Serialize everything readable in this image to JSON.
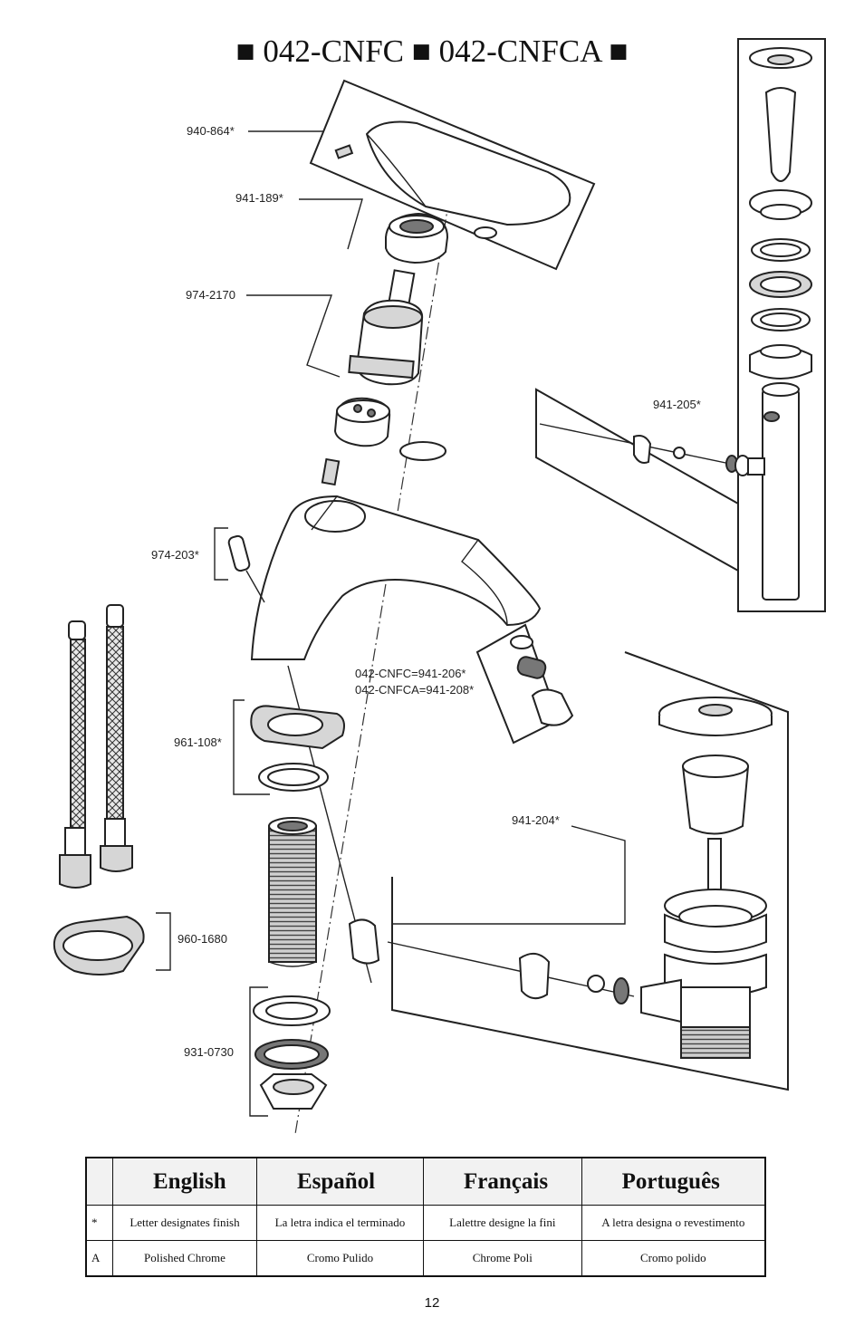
{
  "title": "■ 042-CNFC ■ 042-CNFCA ■",
  "callouts": {
    "c940_864": "940-864*",
    "c941_189": "941-189*",
    "c974_2170": "974-2170",
    "c974_203": "974-203*",
    "c941_205": "941-205*",
    "c042_cnfc": "042-CNFC=941-206*",
    "c042_cnfca": "042-CNFCA=941-208*",
    "c961_108": "961-108*",
    "c941_204": "941-204*",
    "c960_1680": "960-1680",
    "c931_0730": "931-0730"
  },
  "legend": {
    "headers": [
      "",
      "English",
      "Español",
      "Français",
      "Português"
    ],
    "rows": [
      [
        "*",
        "Letter designates finish",
        "La letra indica el terminado",
        "Lalettre designe la fini",
        "A letra designa o revestimento"
      ],
      [
        "A",
        "Polished Chrome",
        "Cromo Pulido",
        "Chrome Poli",
        "Cromo polido"
      ]
    ]
  },
  "page_number": "12"
}
